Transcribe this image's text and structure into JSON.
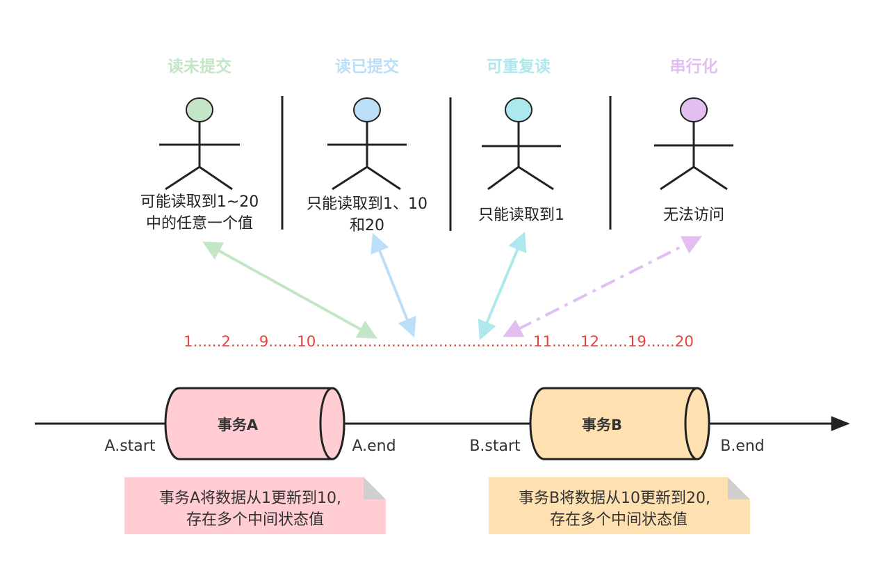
{
  "colors": {
    "level_0": "#c5e6c6",
    "level_1": "#bcdff9",
    "level_2": "#aee8ef",
    "level_3": "#e2bff0",
    "stroke": "#222222",
    "timeline_text": "#e8433a",
    "tx_a_fill": "#ffcdd3",
    "tx_b_fill": "#ffe0b0",
    "note_fold": "#cfcfcf"
  },
  "levels": [
    {
      "title": "读未提交",
      "desc_lines": [
        "可能读取到1~20",
        "中的任意一个值"
      ],
      "icon": "person-icon",
      "arrow": "solid-double"
    },
    {
      "title": "读已提交",
      "desc_lines": [
        "只能读取到1、10",
        "和20"
      ],
      "icon": "person-icon",
      "arrow": "solid-double"
    },
    {
      "title": "可重复读",
      "desc_lines": [
        "只能读取到1"
      ],
      "icon": "person-icon",
      "arrow": "solid-double"
    },
    {
      "title": "串行化",
      "desc_lines": [
        "无法访问"
      ],
      "icon": "person-icon",
      "arrow": "dash-dot-double"
    }
  ],
  "timeline_text": "1......2......9......10..............................................11......12......19......20",
  "axis": {
    "icon": "arrow-right-icon"
  },
  "transactions": [
    {
      "label": "事务A",
      "start_label": "A.start",
      "end_label": "A.end",
      "icon": "cylinder-icon",
      "note_lines": [
        "事务A将数据从1更新到10,",
        "存在多个中间状态值"
      ]
    },
    {
      "label": "事务B",
      "start_label": "B.start",
      "end_label": "B.end",
      "icon": "cylinder-icon",
      "note_lines": [
        "事务B将数据从10更新到20,",
        "存在多个中间状态值"
      ]
    }
  ]
}
